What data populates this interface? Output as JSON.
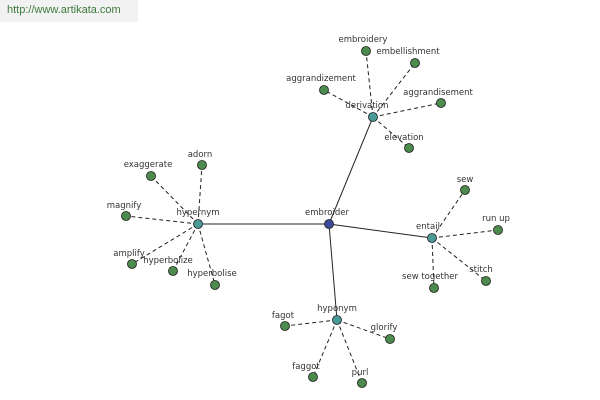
{
  "header": {
    "url": "http://www.artikata.com"
  },
  "colors": {
    "root_node": "#3a4a9a",
    "category_node": "#4a9a9a",
    "leaf_node": "#4d8a4d",
    "edge": "#222222"
  },
  "graph": {
    "root": {
      "label": "embroider"
    },
    "groups": [
      {
        "key": "derivation",
        "label": "derivation",
        "items": [
          "embroidery",
          "embellishment",
          "aggrandizement",
          "aggrandisement",
          "elevation"
        ]
      },
      {
        "key": "hypernym",
        "label": "hypernym",
        "items": [
          "exaggerate",
          "adorn",
          "magnify",
          "amplify",
          "hyperbolize",
          "hyperbolise"
        ]
      },
      {
        "key": "entail",
        "label": "entail",
        "items": [
          "sew",
          "run up",
          "sew together",
          "stitch"
        ]
      },
      {
        "key": "hyponym",
        "label": "hyponym",
        "items": [
          "fagot",
          "glorify",
          "faggot",
          "purl"
        ]
      }
    ]
  }
}
